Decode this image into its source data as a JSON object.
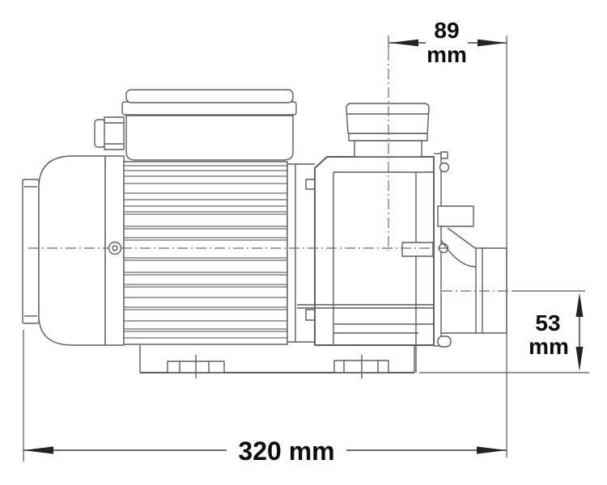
{
  "page": {
    "background": "#ffffff"
  },
  "drawing": {
    "type": "engineering line drawing",
    "line_color": "#5d5d61",
    "dimension_line_color": "#3e3e41",
    "text_color": "#0e0e0e"
  },
  "dimensions": {
    "port_to_end": {
      "value": "89",
      "unit": "mm"
    },
    "outlet_height": {
      "value": "53",
      "unit": "mm"
    },
    "overall_length": {
      "value": "320 mm"
    }
  }
}
